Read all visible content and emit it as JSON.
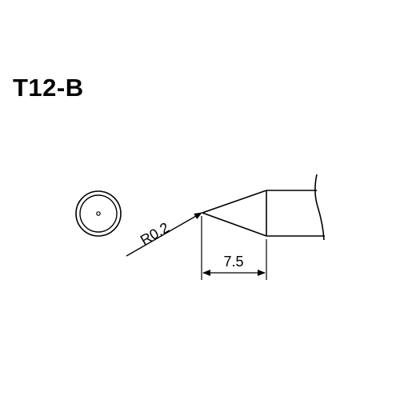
{
  "title": "T12-B",
  "dimensions": {
    "radius_label": "R0.2",
    "length_label": "7.5"
  },
  "colors": {
    "line": "#000000",
    "background": "#ffffff"
  }
}
